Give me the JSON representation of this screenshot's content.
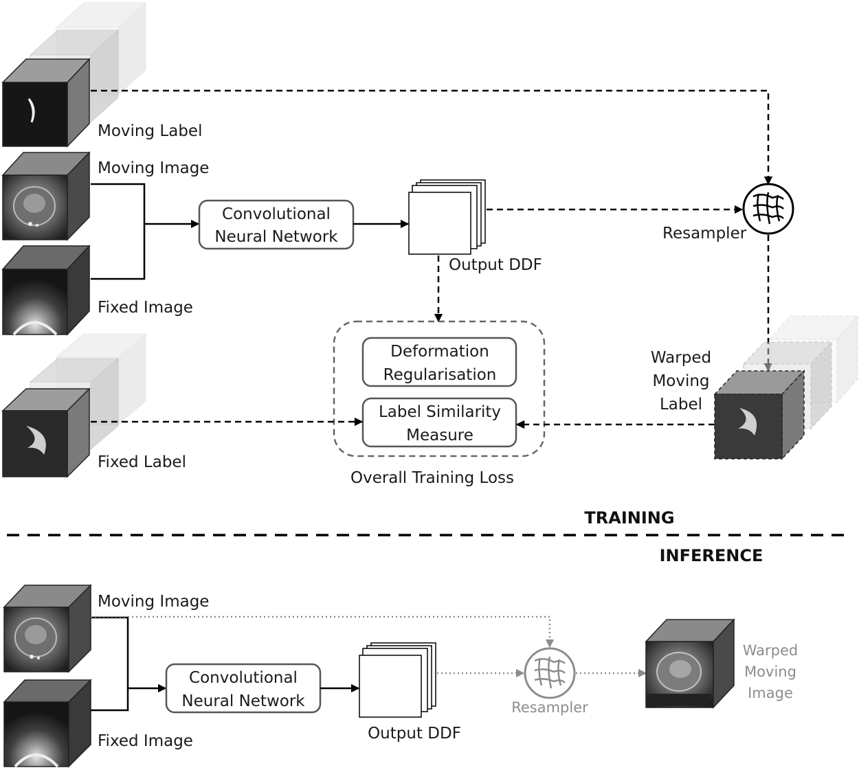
{
  "training": {
    "heading": "TRAINING",
    "moving_label": "Moving Label",
    "moving_image": "Moving Image",
    "fixed_image": "Fixed Image",
    "fixed_label": "Fixed Label",
    "cnn": {
      "line1": "Convolutional",
      "line2": "Neural Network"
    },
    "output_ddf": "Output DDF",
    "resampler": "Resampler",
    "loss_group": "Overall Training Loss",
    "deformation": {
      "line1": "Deformation",
      "line2": "Regularisation"
    },
    "similarity": {
      "line1": "Label Similarity",
      "line2": "Measure"
    },
    "warped": {
      "line1": "Warped",
      "line2": "Moving",
      "line3": "Label"
    }
  },
  "inference": {
    "heading": "INFERENCE",
    "moving_image": "Moving Image",
    "fixed_image": "Fixed Image",
    "cnn": {
      "line1": "Convolutional",
      "line2": "Neural Network"
    },
    "output_ddf": "Output DDF",
    "resampler": "Resampler",
    "warped": {
      "line1": "Warped",
      "line2": "Moving",
      "line3": "Image"
    }
  }
}
